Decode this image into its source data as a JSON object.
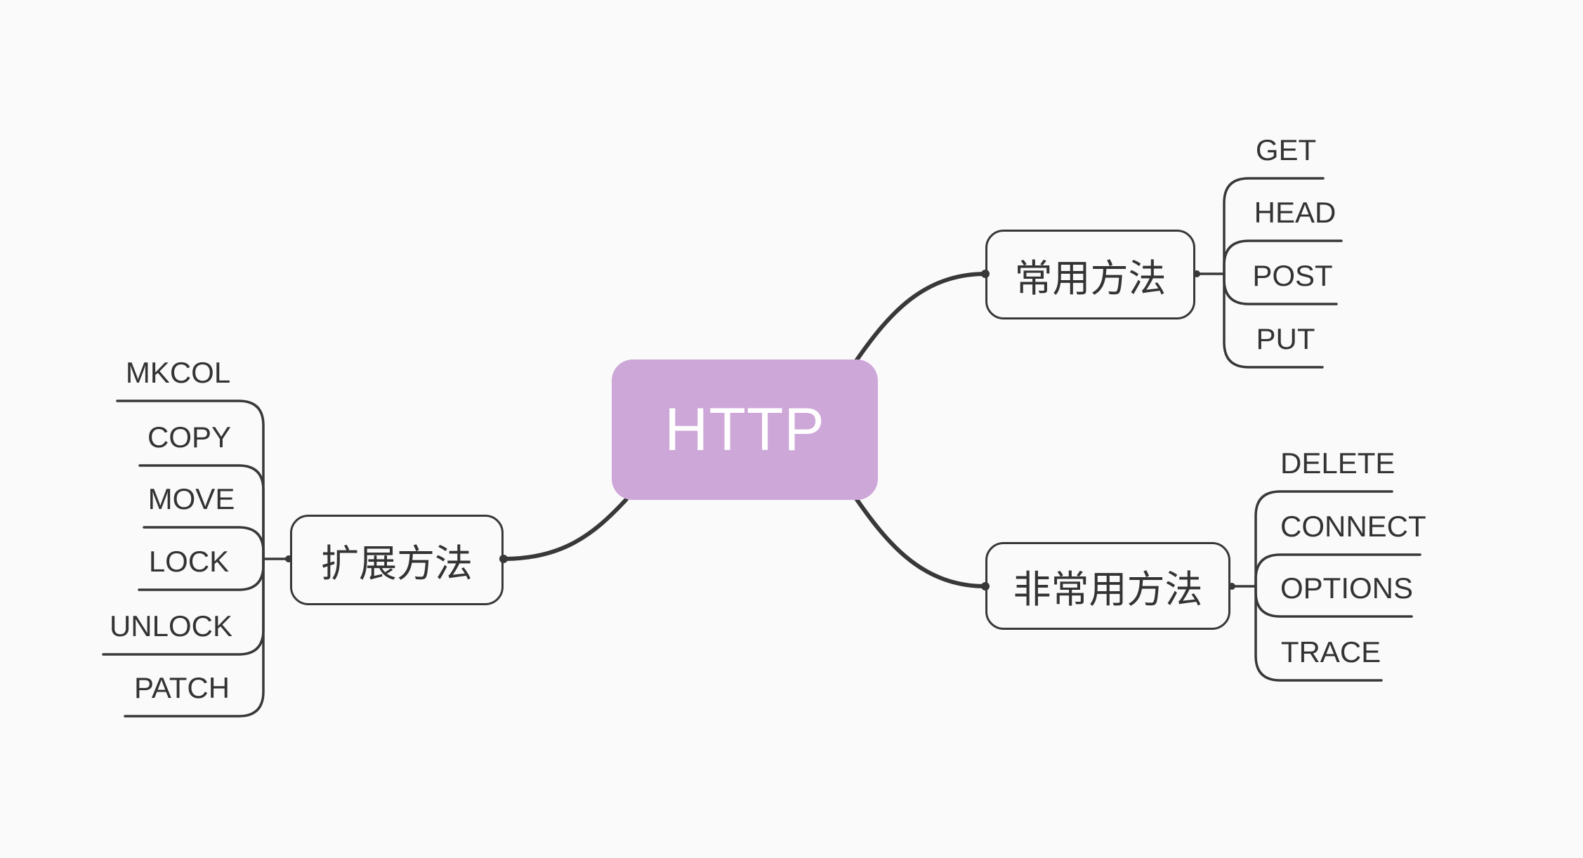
{
  "diagram": {
    "type": "mindmap",
    "background_color": "#fbfafb",
    "line_color": "#383838",
    "root": {
      "label": "HTTP",
      "fill_color": "#cda7d8",
      "text_color": "#ffffff"
    },
    "branches": [
      {
        "label": "常用方法",
        "children": [
          "GET",
          "HEAD",
          "POST",
          "PUT"
        ]
      },
      {
        "label": "非常用方法",
        "children": [
          "DELETE",
          "CONNECT",
          "OPTIONS",
          "TRACE"
        ]
      },
      {
        "label": "扩展方法",
        "children": [
          "MKCOL",
          "COPY",
          "MOVE",
          "LOCK",
          "UNLOCK",
          "PATCH"
        ]
      }
    ]
  }
}
